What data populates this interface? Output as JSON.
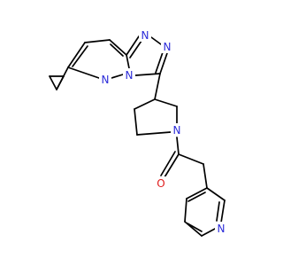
{
  "colors": {
    "background": "#ffffff",
    "bond": "#000000",
    "nitrogen": "#2b2bd9",
    "oxygen": "#e01b1b"
  },
  "atoms": [
    {
      "id": "n_triazole_1",
      "label": "N",
      "element": "N"
    },
    {
      "id": "n_triazole_2",
      "label": "N",
      "element": "N"
    },
    {
      "id": "n_bridgehead",
      "label": "N",
      "element": "N"
    },
    {
      "id": "n_pyridazine",
      "label": "N",
      "element": "N"
    },
    {
      "id": "n_piperidine",
      "label": "N",
      "element": "N"
    },
    {
      "id": "o_carbonyl",
      "label": "O",
      "element": "O"
    },
    {
      "id": "n_pyridine",
      "label": "N",
      "element": "N"
    }
  ]
}
